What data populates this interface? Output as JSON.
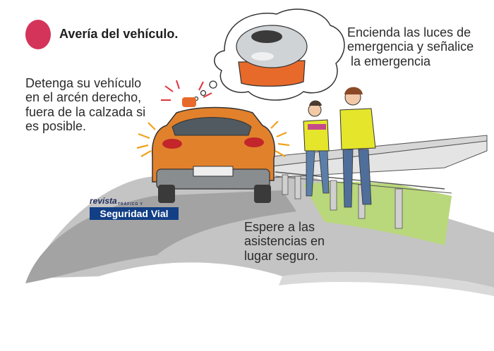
{
  "header": {
    "title": "Avería del vehículo."
  },
  "steps": {
    "stop": [
      "Detenga su vehículo",
      "en el arcén derecho,",
      "fuera de la calzada si",
      "es posible."
    ],
    "lights": [
      "Encienda las luces de",
      "emergencia y señalice",
      " la emergencia"
    ],
    "wait": [
      "Espere a las",
      "asistencias en",
      "lugar seguro."
    ]
  },
  "logo": {
    "line1": "revista",
    "line2": "TRÁFICO Y",
    "line3": "Seguridad Vial"
  },
  "colors": {
    "accent_dot": "#d4345a",
    "car_orange": "#e2812c",
    "beacon_orange": "#e86a2a",
    "road_grey": "#bdbdbd",
    "shadow_grey": "#9c9c9c",
    "grass_green": "#b9d77b",
    "vest_yellow": "#e5e62c",
    "logo_blue": "#123f86"
  }
}
